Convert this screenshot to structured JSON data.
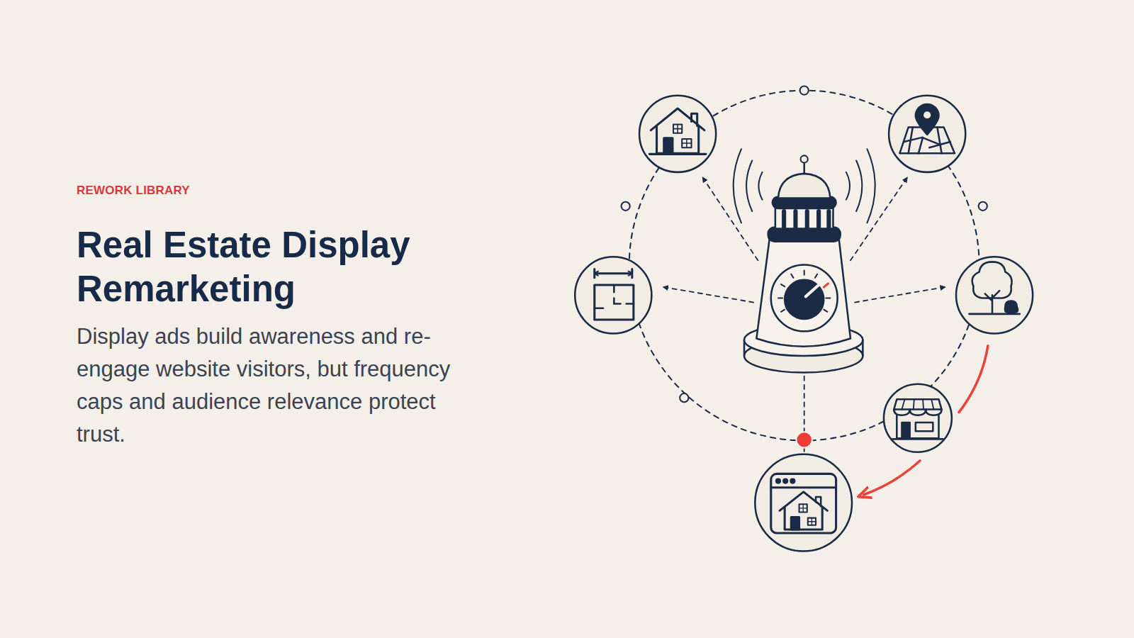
{
  "diagram": {
    "title": "Real Estate Display Remarketing",
    "caption": "Display ads build awareness and re-engage website visitors, but frequency caps and audience relevance protect trust.",
    "labels": [
      "REWORK LIBRARY"
    ]
  }
}
